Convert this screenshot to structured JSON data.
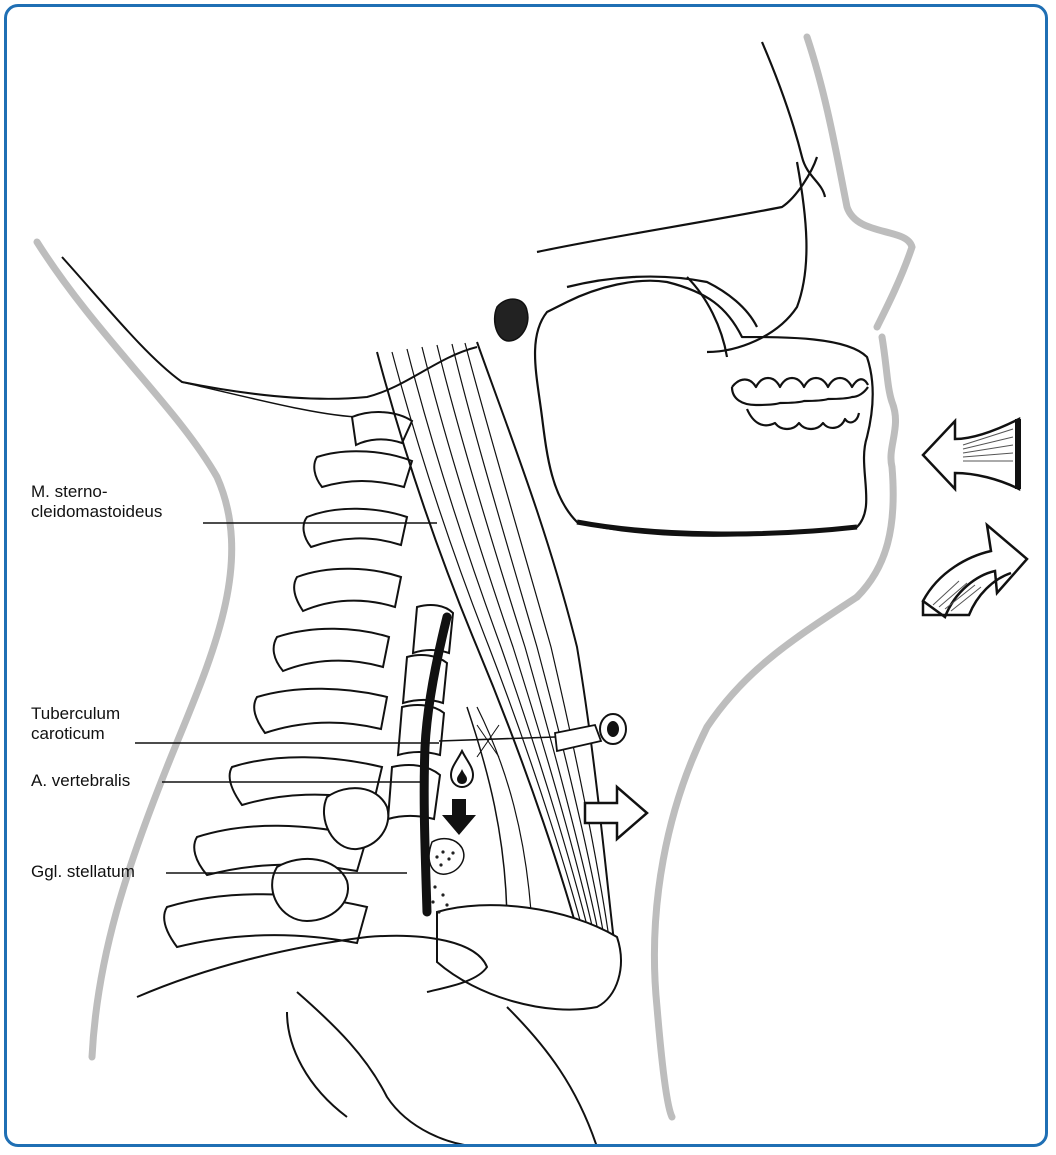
{
  "labels": {
    "scm_line1": "M. sterno-",
    "scm_line2": "cleidomastoideus",
    "tuberculum_line1": "Tuberculum",
    "tuberculum_line2": "caroticum",
    "vertebralis": "A. vertebralis",
    "stellatum": "Ggl. stellatum"
  },
  "colors": {
    "frame": "#1f6fb4",
    "ink": "#111111",
    "outline_gray": "#bdbdbd"
  },
  "icons": [
    "arrow-left-icon",
    "arrow-curved-up-icon",
    "arrow-right-icon",
    "arrow-down-icon",
    "needle-icon",
    "drop-icon"
  ]
}
